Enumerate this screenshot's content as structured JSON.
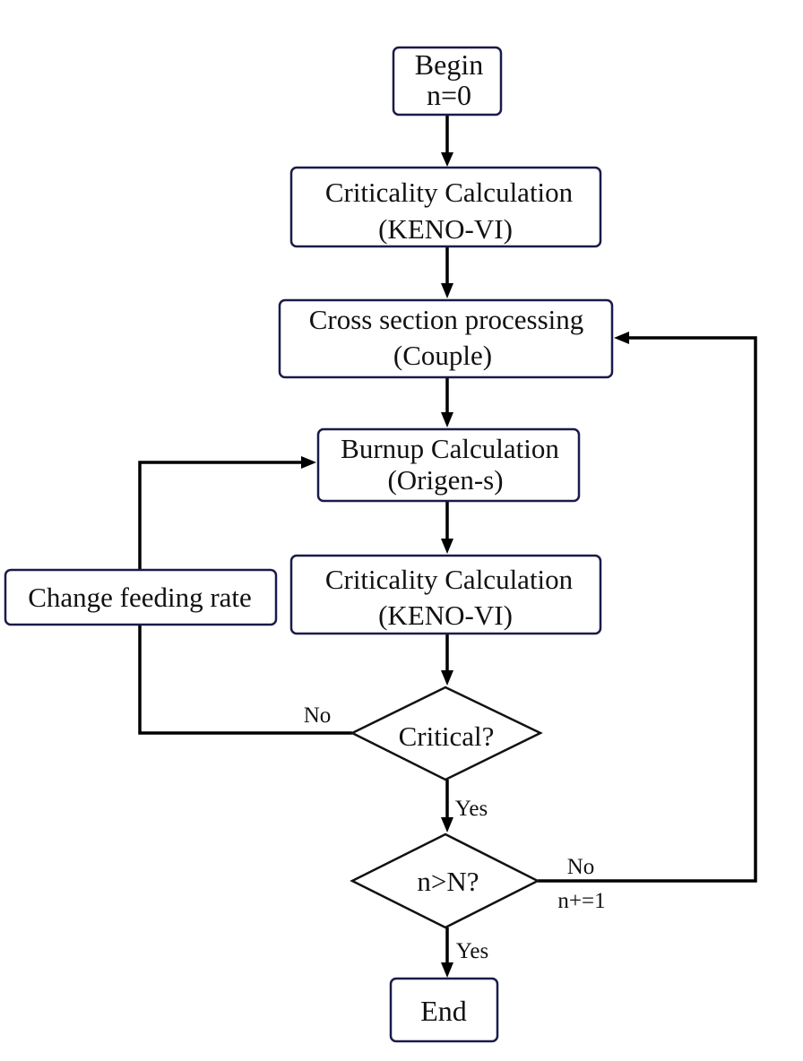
{
  "diagram": {
    "nodes": {
      "begin": {
        "line1": "Begin",
        "line2": "n=0"
      },
      "criticality_1": {
        "line1": "Criticality Calculation",
        "line2": "(KENO-VI)"
      },
      "cross_section": {
        "line1": "Cross section processing",
        "line2": "(Couple)"
      },
      "burnup": {
        "line1": "Burnup Calculation",
        "line2": "(Origen-s)"
      },
      "criticality_2": {
        "line1": "Criticality Calculation",
        "line2": "(KENO-VI)"
      },
      "change_feeding": {
        "line1": "Change feeding rate"
      },
      "critical_decision": {
        "line1": "Critical?"
      },
      "n_decision": {
        "line1": "n>N?"
      },
      "end": {
        "line1": "End"
      }
    },
    "edge_labels": {
      "critical_no": "No",
      "critical_yes": "Yes",
      "n_no": "No",
      "n_increment": "n+=1",
      "n_yes": "Yes"
    }
  }
}
